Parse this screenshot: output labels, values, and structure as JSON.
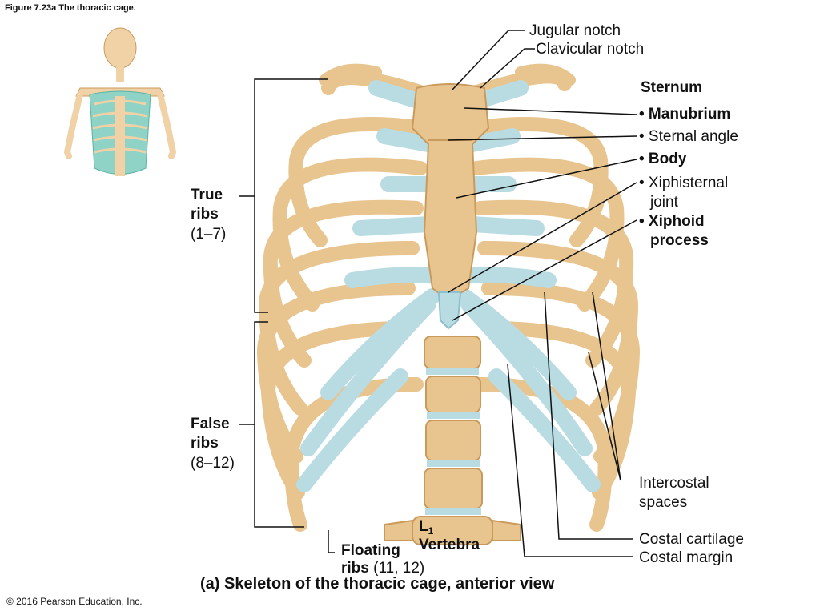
{
  "figure_title": "Figure 7.23a The thoracic cage.",
  "caption": {
    "tag": "(a)",
    "text": "Skeleton of the thoracic cage, anterior view"
  },
  "copyright": "© 2016 Pearson Education, Inc.",
  "labels": {
    "jugular_notch": "Jugular notch",
    "clavicular_notch": "Clavicular notch",
    "sternum_heading": "Sternum",
    "manubrium": "• Manubrium",
    "sternal_angle": "• Sternal angle",
    "body": "• Body",
    "xiphisternal_joint_line1": "• Xiphisternal",
    "xiphisternal_joint_line2": "joint",
    "xiphoid_line1": "• Xiphoid",
    "xiphoid_line2": "process",
    "true_ribs_line1": "True",
    "true_ribs_line2": "ribs",
    "true_ribs_line3": "(1–7)",
    "false_ribs_line1": "False",
    "false_ribs_line2": "ribs",
    "false_ribs_line3": "(8–12)",
    "floating_line1": "Floating",
    "floating_line2": "ribs",
    "floating_line3": "(11, 12)",
    "l1_letter": "L",
    "l1_sub": "1",
    "vertebra": "Vertebra",
    "intercostal_line1": "Intercostal",
    "intercostal_line2": "spaces",
    "costal_cartilage": "Costal cartilage",
    "costal_margin": "Costal margin"
  },
  "colors": {
    "bone": "#e8c48e",
    "bone_dark": "#c99a5c",
    "cartilage": "#b9dbe2",
    "cartilage_dark": "#8fbfcc",
    "leader": "#111111",
    "thumb_bone": "#f0d2a6",
    "thumb_cage": "#8fd3c6"
  }
}
